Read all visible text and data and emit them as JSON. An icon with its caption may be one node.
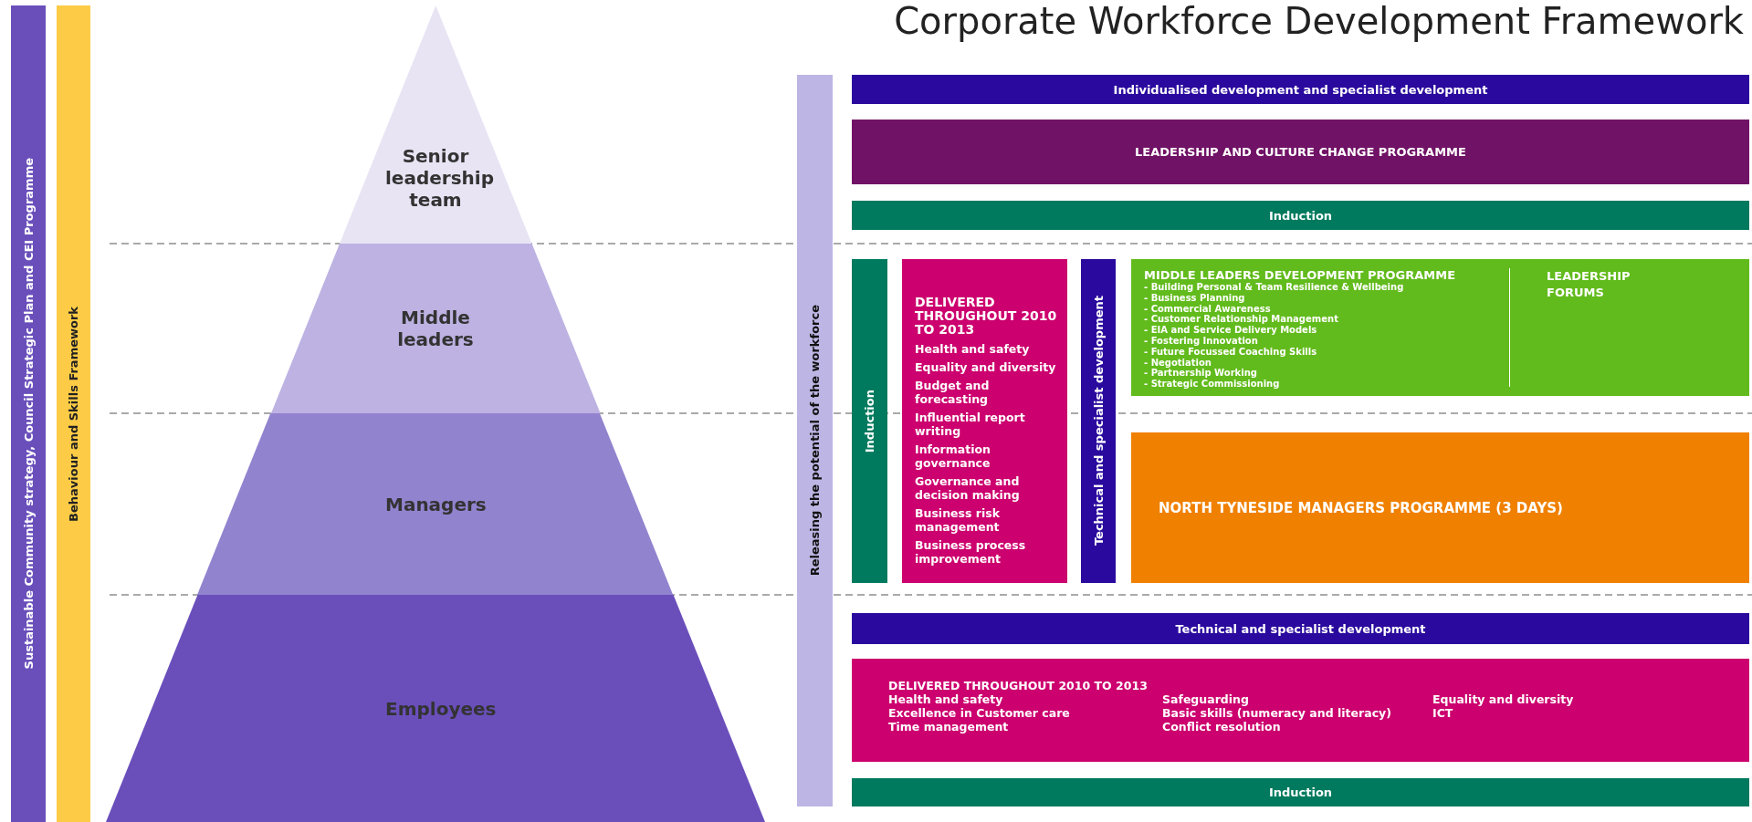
{
  "diagram": {
    "title": "Corporate Workforce Development Framework",
    "nodes": [
      {
        "text": [
          "Sustainable Community strategy, Council Strategic Plan and CEI Programme"
        ]
      },
      {
        "text": [
          "Behaviour and Skills Framework"
        ]
      },
      {
        "text": [
          "Senior leadership team"
        ]
      },
      {
        "text": [
          "Middle leaders"
        ]
      },
      {
        "text": [
          "Managers"
        ]
      },
      {
        "text": [
          "Employees"
        ]
      },
      {
        "text": [
          "Releasing the potential of the workforce"
        ]
      },
      {
        "text": [
          "Individualised development and specialist development"
        ]
      },
      {
        "text": [
          "LEADERSHIP AND CULTURE CHANGE PROGRAMME"
        ]
      },
      {
        "text": [
          "Induction"
        ]
      },
      {
        "text": [
          "Induction"
        ]
      },
      {
        "text": [
          "DELIVERED THROUGHOUT 2010 TO 2013",
          "Health and safety",
          "Equality and diversity",
          "Budget and forecasting",
          "Influential report writing",
          "Information governance",
          "Governance and decision making",
          "Business risk management",
          "Business process improvement"
        ]
      },
      {
        "text": [
          "Technical and specialist development"
        ]
      },
      {
        "text": [
          "MIDDLE LEADERS DEVELOPMENT PROGRAMME",
          "- Building Personal & Team Resilience & Wellbeing",
          "- Business Planning",
          "- Commercial Awareness",
          "- Customer Relationship Management",
          "- EIA and Service Delivery Models",
          "- Fostering Innovation",
          "- Future Focussed Coaching Skills",
          "- Negotiation",
          "- Partnership Working",
          "- Strategic Commissioning",
          "LEADERSHIP FORUMS"
        ]
      },
      {
        "text": [
          "NORTH TYNESIDE MANAGERS PROGRAMME (3 DAYS)"
        ]
      },
      {
        "text": [
          "Technical and specialist development"
        ]
      },
      {
        "text": [
          "DELIVERED THROUGHOUT 2010 TO 2013",
          "Health and safety",
          "Safeguarding",
          "Equality and diversity",
          "Excellence in Customer care",
          "Basic skills (numeracy and literacy)",
          "ICT",
          "Time management",
          "Conflict resolution"
        ]
      },
      {
        "text": [
          "Induction"
        ]
      }
    ]
  }
}
